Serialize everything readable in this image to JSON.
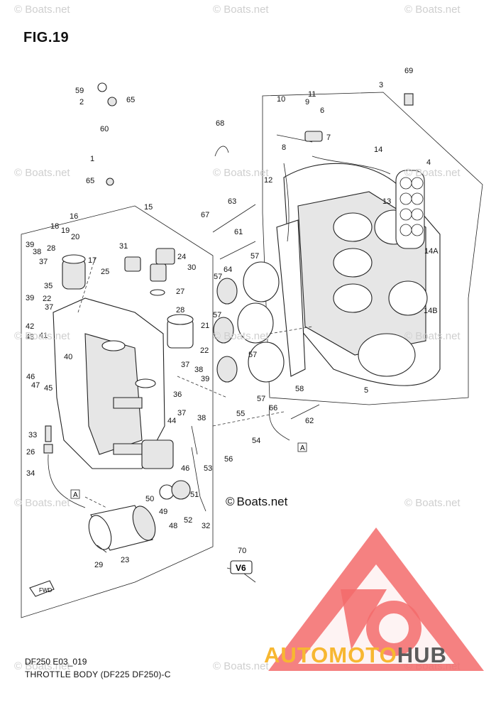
{
  "figure": {
    "title": "FIG.19",
    "code": "DF250 E03_019",
    "caption": "THROTTLE BODY (DF225 DF250)-C"
  },
  "credit": {
    "symbol": "©",
    "text": "Boats.net"
  },
  "watermark": {
    "text": "© Boats.net"
  },
  "logo": {
    "word_part1": "AUTOMOTO",
    "word_part2": "HUB",
    "colors": {
      "triangle": "#f36b6b",
      "accent": "#f7b731",
      "text": "#5b5b5b"
    }
  },
  "arrow_labels": {
    "ref_a": "A",
    "fwd": "FWD",
    "v6_badge": "V6"
  },
  "callouts": [
    "59",
    "2",
    "65",
    "60",
    "1",
    "65",
    "15",
    "16",
    "18",
    "19",
    "20",
    "28",
    "39",
    "38",
    "37",
    "17",
    "31",
    "24",
    "25",
    "30",
    "27",
    "35",
    "22",
    "39",
    "37",
    "42",
    "43",
    "41",
    "40",
    "46",
    "47",
    "45",
    "28",
    "21",
    "22",
    "37",
    "38",
    "39",
    "36",
    "55",
    "37",
    "38",
    "44",
    "33",
    "26",
    "34",
    "53",
    "56",
    "54",
    "51",
    "46",
    "50",
    "49",
    "48",
    "52",
    "32",
    "23",
    "29",
    "70",
    "68",
    "67",
    "63",
    "61",
    "57",
    "64",
    "57",
    "57",
    "57",
    "57",
    "12",
    "3",
    "10",
    "11",
    "9",
    "6",
    "8",
    "7",
    "14",
    "4",
    "13",
    "69",
    "14A",
    "14B",
    "58",
    "66",
    "62",
    "5"
  ]
}
